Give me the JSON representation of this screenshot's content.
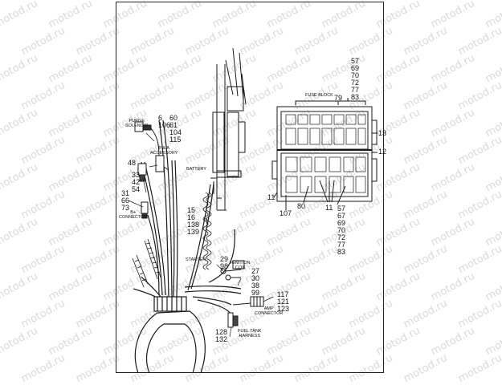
{
  "watermark": "motod.ru",
  "captions": {
    "fuse_block": "FUSE BLOCK",
    "purge_solenoid": [
      "PURGE",
      "SOLENOID"
    ],
    "p_a_accessory": [
      "P & A",
      "ACCESSORY"
    ],
    "battery": "BATTERY",
    "b_plus_connector": [
      "B+",
      "CONNECTOR"
    ],
    "starter": "STARTER",
    "ignition_coil": [
      "IGNITION",
      "COIL"
    ],
    "amp_connector": [
      "AMP",
      "CONNECTOR"
    ],
    "fuel_tank_harness": [
      "FUEL TANK",
      "HARNESS"
    ]
  },
  "callouts": {
    "c_57_top": [
      "57",
      "69",
      "70",
      "72",
      "77",
      "83"
    ],
    "c_79": [
      "79"
    ],
    "c_13": [
      "13"
    ],
    "c_12": [
      "12"
    ],
    "c_11_left": [
      "11"
    ],
    "c_107": [
      "107"
    ],
    "c_80": [
      "80"
    ],
    "c_11_mid": [
      "11"
    ],
    "c_57_bottom": [
      "57",
      "67",
      "69",
      "70",
      "72",
      "77",
      "83"
    ],
    "c_6_106": [
      "6",
      "106"
    ],
    "c_60": [
      "60",
      "61",
      "104",
      "115"
    ],
    "c_48": [
      "48"
    ],
    "c_33": [
      "33",
      "42",
      "54"
    ],
    "c_31": [
      "31",
      "66",
      "73"
    ],
    "c_15": [
      "15",
      "16",
      "138",
      "139"
    ],
    "c_29": [
      "29",
      "98"
    ],
    "c_27": [
      "27",
      "30",
      "38",
      "99"
    ],
    "c_117": [
      "117",
      "121",
      "123"
    ],
    "c_128": [
      "128",
      "132"
    ]
  }
}
